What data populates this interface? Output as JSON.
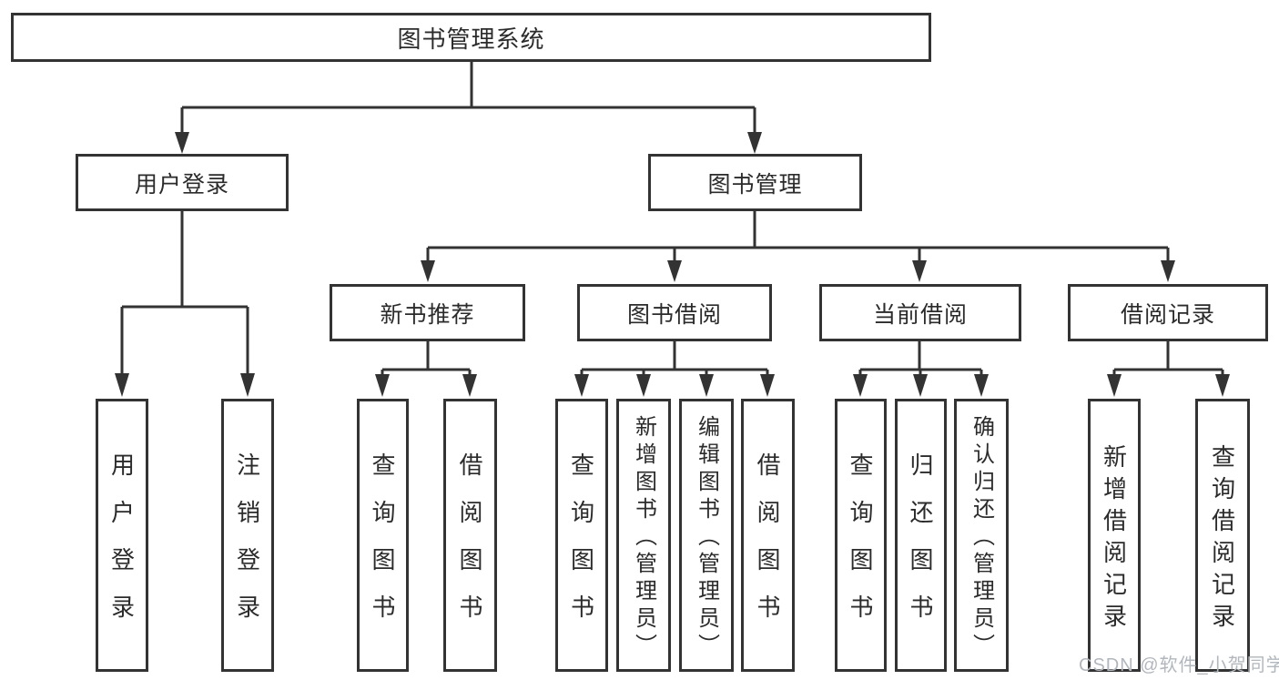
{
  "colors": {
    "line": "#333333",
    "text": "#2b2b2b",
    "background": "#ffffff",
    "watermark": "#b2b7bd"
  },
  "tree": {
    "label": "图书管理系统",
    "children": [
      {
        "label": "用户登录",
        "children": [
          {
            "label": "用户登录"
          },
          {
            "label": "注销登录"
          }
        ]
      },
      {
        "label": "图书管理",
        "children": [
          {
            "label": "新书推荐",
            "children": [
              {
                "label": "查询图书"
              },
              {
                "label": "借阅图书"
              }
            ]
          },
          {
            "label": "图书借阅",
            "children": [
              {
                "label": "查询图书"
              },
              {
                "label": "新增图书（管理员）"
              },
              {
                "label": "编辑图书（管理员）"
              },
              {
                "label": "借阅图书"
              }
            ]
          },
          {
            "label": "当前借阅",
            "children": [
              {
                "label": "查询图书"
              },
              {
                "label": "归还图书"
              },
              {
                "label": "确认归还（管理员）"
              }
            ]
          },
          {
            "label": "借阅记录",
            "children": [
              {
                "label": "新增借阅记录"
              },
              {
                "label": "查询借阅记录"
              }
            ]
          }
        ]
      }
    ]
  },
  "watermark": "CSDN @软件_小贺同学"
}
